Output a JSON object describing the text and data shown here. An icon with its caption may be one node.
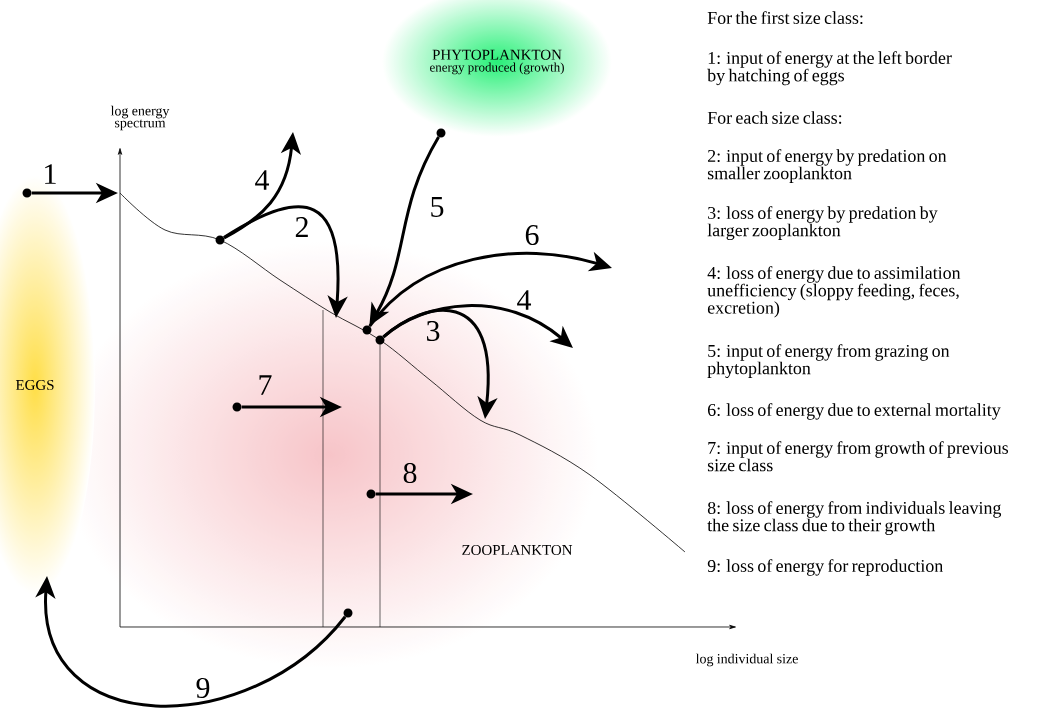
{
  "diagram": {
    "nodes": [
      {
        "text": [
          "EGGS"
        ]
      },
      {
        "text": [
          "PHYTOPLANKTON",
          "energy produced (growth)"
        ]
      },
      {
        "text": [
          "ZOOPLANKTON"
        ]
      },
      {
        "text": [],
        "shape": "circle"
      },
      {
        "text": [],
        "shape": "circle"
      },
      {
        "text": [],
        "shape": "circle"
      },
      {
        "text": [],
        "shape": "circle"
      },
      {
        "text": [],
        "shape": "circle"
      },
      {
        "text": [],
        "shape": "circle"
      },
      {
        "text": [],
        "shape": "circle"
      },
      {
        "text": [],
        "shape": "circle"
      }
    ],
    "edges": [
      {
        "from": 3,
        "to": null,
        "arrow": "to",
        "label": "1"
      },
      {
        "from": 4,
        "to": null,
        "arrow": "to",
        "label": "4"
      },
      {
        "from": 4,
        "to": null,
        "arrow": "to",
        "label": "2"
      },
      {
        "from": 5,
        "to": 6,
        "arrow": "to",
        "label": "5"
      },
      {
        "from": 6,
        "to": null,
        "arrow": "to",
        "label": "6"
      },
      {
        "from": 7,
        "to": null,
        "arrow": "to",
        "label": "3"
      },
      {
        "from": 7,
        "to": null,
        "arrow": "to",
        "label": "4"
      },
      {
        "from": 8,
        "to": null,
        "arrow": "to",
        "label": "7"
      },
      {
        "from": 9,
        "to": null,
        "arrow": "to",
        "label": "8"
      },
      {
        "from": 10,
        "to": null,
        "arrow": "to",
        "label": "9"
      }
    ],
    "labels": [
      "log energy spectrum",
      "log individual size",
      "For the first size class:",
      "1: input of energy at the left border by hatching of eggs",
      "For each size class:",
      "2: input of energy by predation on smaller zooplankton",
      "3: loss of energy by predation by larger zooplankton",
      "4: loss of energy due to assimilation unefficiency (sloppy feeding, feces, excretion)",
      "5: input of energy from grazing on phytoplankton",
      "6: loss of energy due to external mortality",
      "7: input of energy from growth of previous size class",
      "8: loss of energy from individuals leaving the size class due to their growth",
      "9: loss of energy for reproduction"
    ]
  }
}
